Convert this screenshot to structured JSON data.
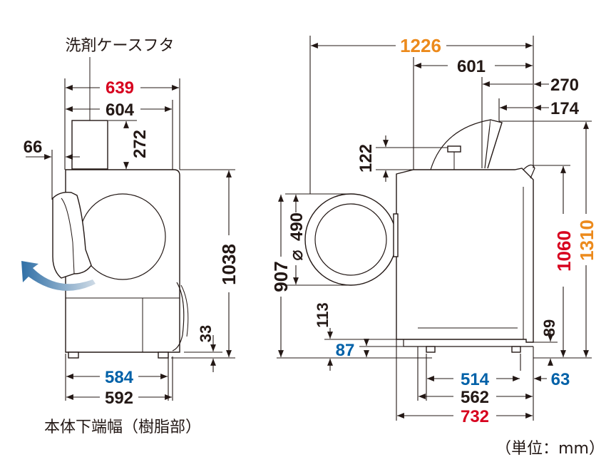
{
  "colors": {
    "black": "#231815",
    "red": "#d7001e",
    "blue": "#0061a8",
    "orange": "#ec8a1c",
    "body_line": "#3a3a3a",
    "arrow_blue": "#2f6fa6"
  },
  "labels": {
    "detergent_lid": "洗剤ケースフタ",
    "base_width_note": "本体下端幅（樹脂部）",
    "unit": "（単位：mm）"
  },
  "front_view": {
    "d639": "639",
    "d604": "604",
    "d66": "66",
    "d272": "272",
    "d1038": "1038",
    "d33": "33",
    "d584": "584",
    "d592": "592"
  },
  "side_view": {
    "d1226": "1226",
    "d601": "601",
    "d270": "270",
    "d174": "174",
    "d122": "122",
    "d490": "490",
    "diameter_symbol": "⌀",
    "d907": "907",
    "d113": "113",
    "d87": "87",
    "d1060": "1060",
    "d1310": "1310",
    "d89": "89",
    "d514": "514",
    "d63": "63",
    "d562": "562",
    "d732": "732"
  }
}
